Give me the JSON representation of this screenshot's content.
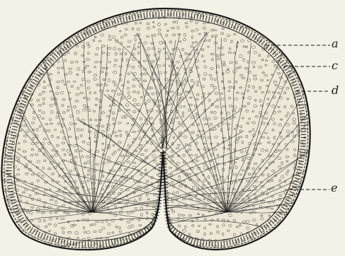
{
  "labels": {
    "a": "a",
    "c": "c",
    "d": "d",
    "e": "e"
  },
  "colors": {
    "paper": "#f4f1e6",
    "ink": "#1a1a1a",
    "tissue": "#ece7d6"
  }
}
